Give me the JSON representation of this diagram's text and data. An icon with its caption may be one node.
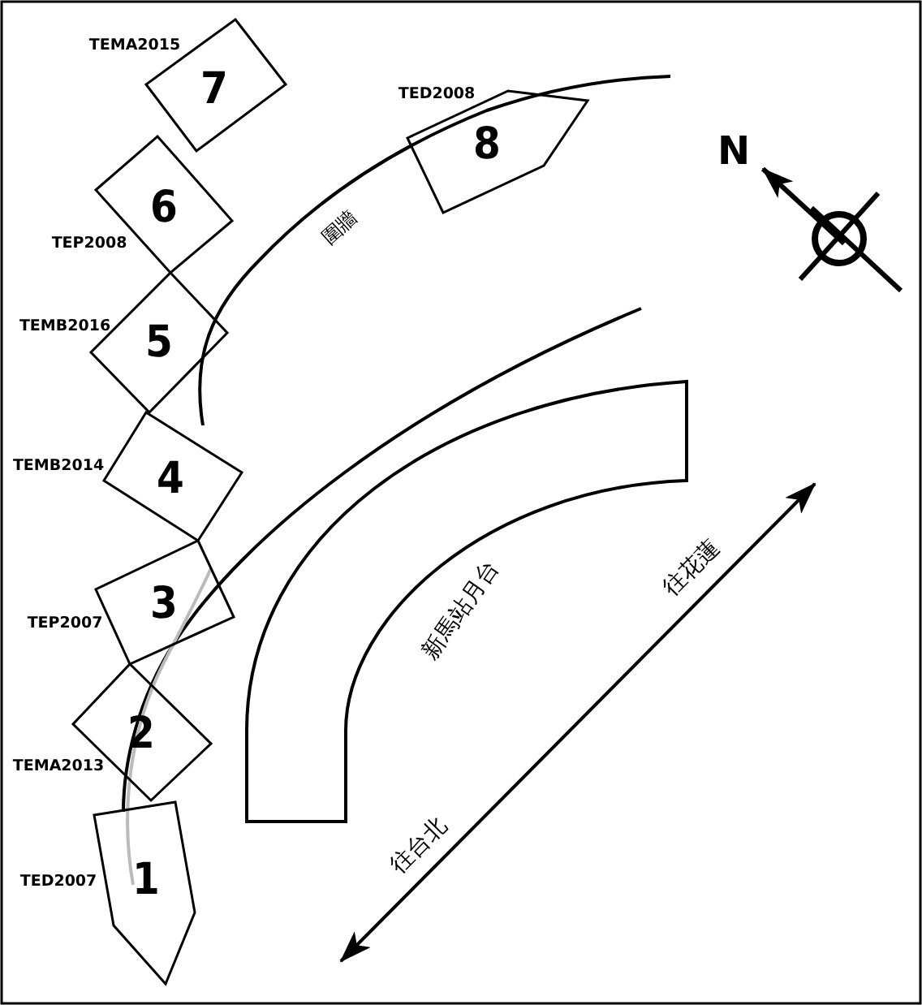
{
  "diagram": {
    "nodes": [
      {
        "text": [
          "1"
        ],
        "beside": [
          "TED2007"
        ]
      },
      {
        "text": [
          "2"
        ],
        "beside": [
          "TEMA2013"
        ]
      },
      {
        "text": [
          "3"
        ],
        "beside": [
          "TEP2007"
        ]
      },
      {
        "text": [
          "4"
        ],
        "beside": [
          "TEMB2014"
        ]
      },
      {
        "text": [
          "5"
        ],
        "beside": [
          "TEMB2016"
        ]
      },
      {
        "text": [
          "6"
        ],
        "beside": [
          "TEP2008"
        ]
      },
      {
        "text": [
          "7"
        ],
        "beside": [
          "TEMA2015"
        ]
      },
      {
        "text": [
          "8"
        ],
        "beside": [
          "TED2008"
        ]
      }
    ],
    "edges": [],
    "labels": [
      "N",
      "圍牆",
      "新馬站月台",
      "往花蓮",
      "往台北"
    ]
  }
}
